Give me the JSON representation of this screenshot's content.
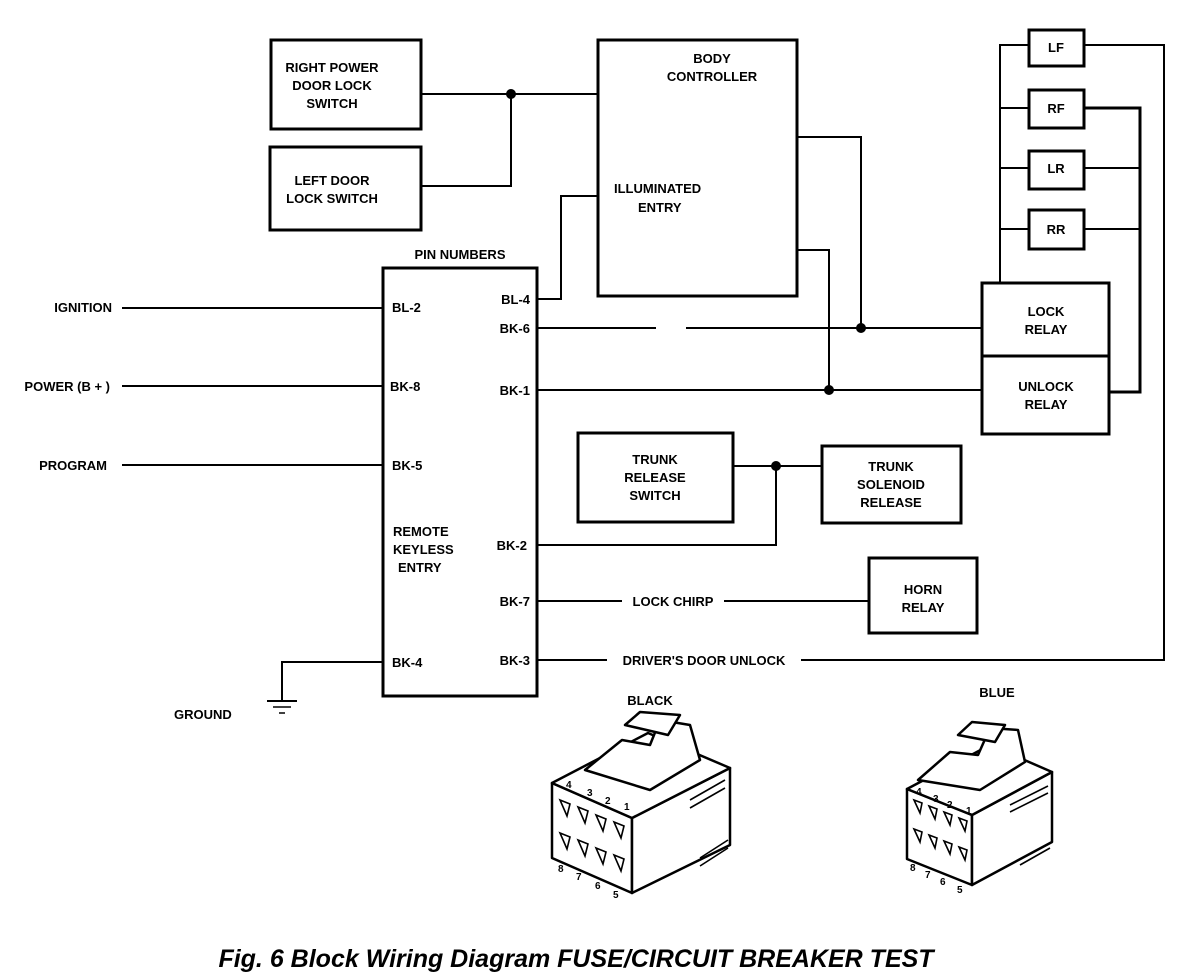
{
  "diagram": {
    "caption": "Fig. 6 Block Wiring Diagram FUSE/CIRCUIT BREAKER TEST",
    "components": {
      "right_power_switch": [
        "RIGHT POWER",
        "DOOR LOCK",
        "SWITCH"
      ],
      "left_door_switch": [
        "LEFT DOOR",
        "LOCK SWITCH"
      ],
      "body_controller": [
        "BODY",
        "CONTROLLER"
      ],
      "illuminated_entry": [
        "ILLUMINATED",
        "ENTRY"
      ],
      "rke_module": [
        "REMOTE",
        "KEYLESS",
        "ENTRY"
      ],
      "pin_numbers_header": "PIN NUMBERS",
      "lock_relay": [
        "LOCK",
        "RELAY"
      ],
      "unlock_relay": [
        "UNLOCK",
        "RELAY"
      ],
      "door_motors": [
        "LF",
        "RF",
        "LR",
        "RR"
      ],
      "trunk_release_switch": [
        "TRUNK",
        "RELEASE",
        "SWITCH"
      ],
      "trunk_solenoid": [
        "TRUNK",
        "SOLENOID",
        "RELEASE"
      ],
      "horn_relay": [
        "HORN",
        "RELAY"
      ]
    },
    "inputs": {
      "ignition": "IGNITION",
      "power": "POWER (B + )",
      "program": "PROGRAM",
      "ground": "GROUND"
    },
    "pins_left": [
      "BL-2",
      "BK-8",
      "BK-5",
      "BK-4"
    ],
    "pins_right": [
      "BL-4",
      "BK-6",
      "BK-1",
      "BK-2",
      "BK-7",
      "BK-3"
    ],
    "wire_labels": {
      "lock_chirp": "LOCK CHIRP",
      "drivers_door_unlock": "DRIVER'S DOOR UNLOCK"
    },
    "connectors": {
      "black": {
        "label": "BLACK",
        "pins_top": [
          "4",
          "3",
          "2",
          "1"
        ],
        "pins_bottom": [
          "8",
          "7",
          "6",
          "5"
        ]
      },
      "blue": {
        "label": "BLUE",
        "pins_top": [
          "4",
          "3",
          "2",
          "1"
        ],
        "pins_bottom": [
          "8",
          "7",
          "6",
          "5"
        ]
      }
    }
  }
}
